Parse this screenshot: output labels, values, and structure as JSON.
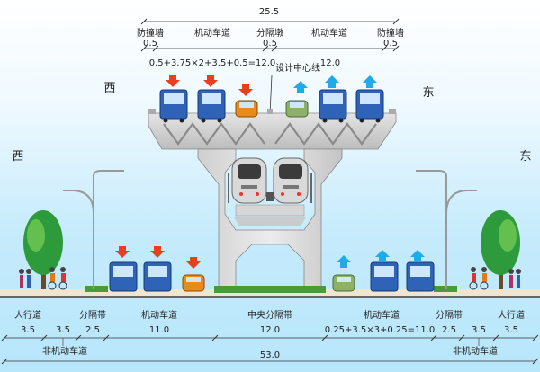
{
  "top_dims": {
    "total_width": "25.5",
    "crash_barrier_left": "防撞墙",
    "crash_barrier_left_w": "0.5",
    "lanes_left": "机动车道",
    "divider": "分隔墩",
    "divider_w": "0.5",
    "lanes_right": "机动车道",
    "crash_barrier_right": "防撞墙",
    "crash_barrier_right_w": "0.5",
    "formula_left": "0.5+3.75×2+3.5+0.5=12.0",
    "right_half_w": "12.0",
    "centerline": "设计中心线"
  },
  "directions": {
    "west_upper": "西",
    "east_upper": "东",
    "west_lower": "西",
    "east_lower": "东"
  },
  "bottom_dims": {
    "sidewalk_left": "人行道",
    "sidewalk_left_w": "3.5",
    "nonmotor_left_w": "3.5",
    "divider_left": "分隔带",
    "divider_left_w": "2.5",
    "motor_left": "机动车道",
    "motor_left_w": "11.0",
    "median": "中央分隔带",
    "median_w": "12.0",
    "motor_right": "机动车道",
    "motor_right_formula": "0.25+3.5×3+0.25=11.0",
    "divider_right": "分隔带",
    "divider_right_w": "2.5",
    "nonmotor_right_w": "3.5",
    "sidewalk_right": "人行道",
    "sidewalk_right_w": "3.5",
    "nonmotor_left": "非机动车道",
    "nonmotor_right": "非机动车道",
    "total_width": "53.0"
  },
  "colors": {
    "arrow_down": "#e8401c",
    "arrow_up": "#22a9e8",
    "bridge": "#d3d3d3",
    "bus": "#2f63b8"
  }
}
